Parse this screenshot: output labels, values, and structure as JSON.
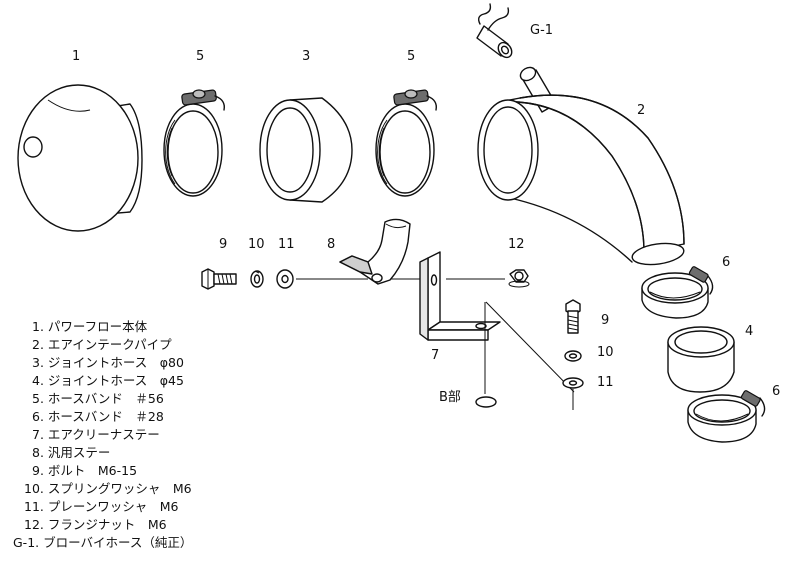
{
  "callouts": {
    "c1": "1",
    "c5a": "5",
    "c3": "3",
    "c5b": "5",
    "cG1": "G-1",
    "c2": "2",
    "c6a": "6",
    "c4": "4",
    "c6b": "6",
    "c9a": "9",
    "c10a": "10",
    "c11a": "11",
    "c8": "8",
    "c12": "12",
    "c7": "7",
    "c9b": "9",
    "c10b": "10",
    "c11b": "11",
    "cB": "B部"
  },
  "parts_list": [
    "1. パワーフロー本体",
    "2. エアインテークパイプ",
    "3. ジョイントホース　φ80",
    "4. ジョイントホース　φ45",
    "5. ホースバンド　＃56",
    "6. ホースバンド　＃28",
    "7. エアクリーナステー",
    "8. 汎用ステー",
    "9. ボルト　M6-15",
    "10. スプリングワッシャ　M6",
    "11. プレーンワッシャ　M6",
    "12. フランジナット　M6",
    "G-1. ブローバイホース（純正）"
  ]
}
